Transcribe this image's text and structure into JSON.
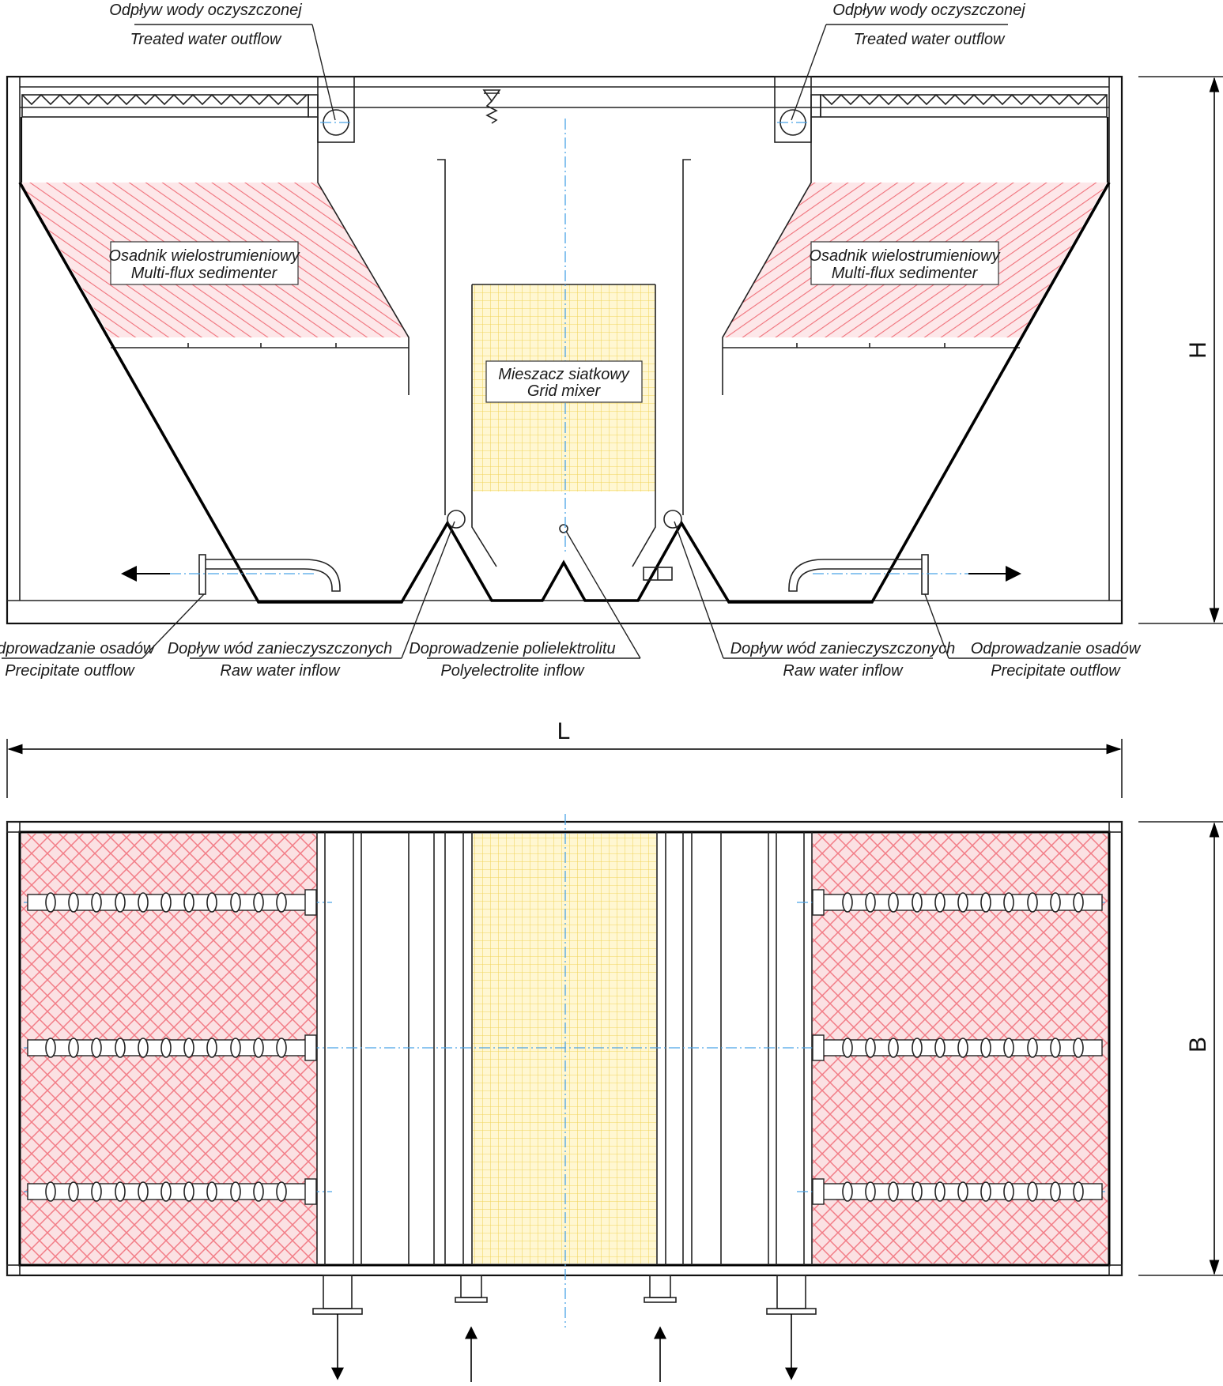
{
  "labels": {
    "treated_outflow_left_pl": "Odpływ wody oczyszczonej",
    "treated_outflow_left_en": "Treated water outflow",
    "treated_outflow_right_pl": "Odpływ wody oczyszczonej",
    "treated_outflow_right_en": "Treated water outflow",
    "sedimenter_left_pl": "Osadnik wielostrumieniowy",
    "sedimenter_left_en": "Multi-flux sedimenter",
    "sedimenter_right_pl": "Osadnik wielostrumieniowy",
    "sedimenter_right_en": "Multi-flux sedimenter",
    "mixer_pl": "Mieszacz siatkowy",
    "mixer_en": "Grid mixer",
    "precip_left_pl": "Odprowadzanie osadów",
    "precip_left_en": "Precipitate outflow",
    "raw_left_pl": "Dopływ wód zanieczyszczonych",
    "raw_left_en": "Raw water inflow",
    "poly_pl": "Doprowadzenie polielektrolitu",
    "poly_en": "Polyelectrolite inflow",
    "raw_right_pl": "Dopływ wód zanieczyszczonych",
    "raw_right_en": "Raw water inflow",
    "precip_right_pl": "Odprowadzanie osadów",
    "precip_right_en": "Precipitate outflow"
  },
  "dimensions": {
    "height": "H",
    "length": "L",
    "width": "B"
  },
  "colors": {
    "sedimenter_hatch": "#f0707a",
    "sedimenter_fill": "#fde3e5",
    "mixer_grid": "#f2d65a",
    "mixer_fill": "#fff8d6",
    "center_axis": "#4aa3e6",
    "outline": "#000000"
  }
}
